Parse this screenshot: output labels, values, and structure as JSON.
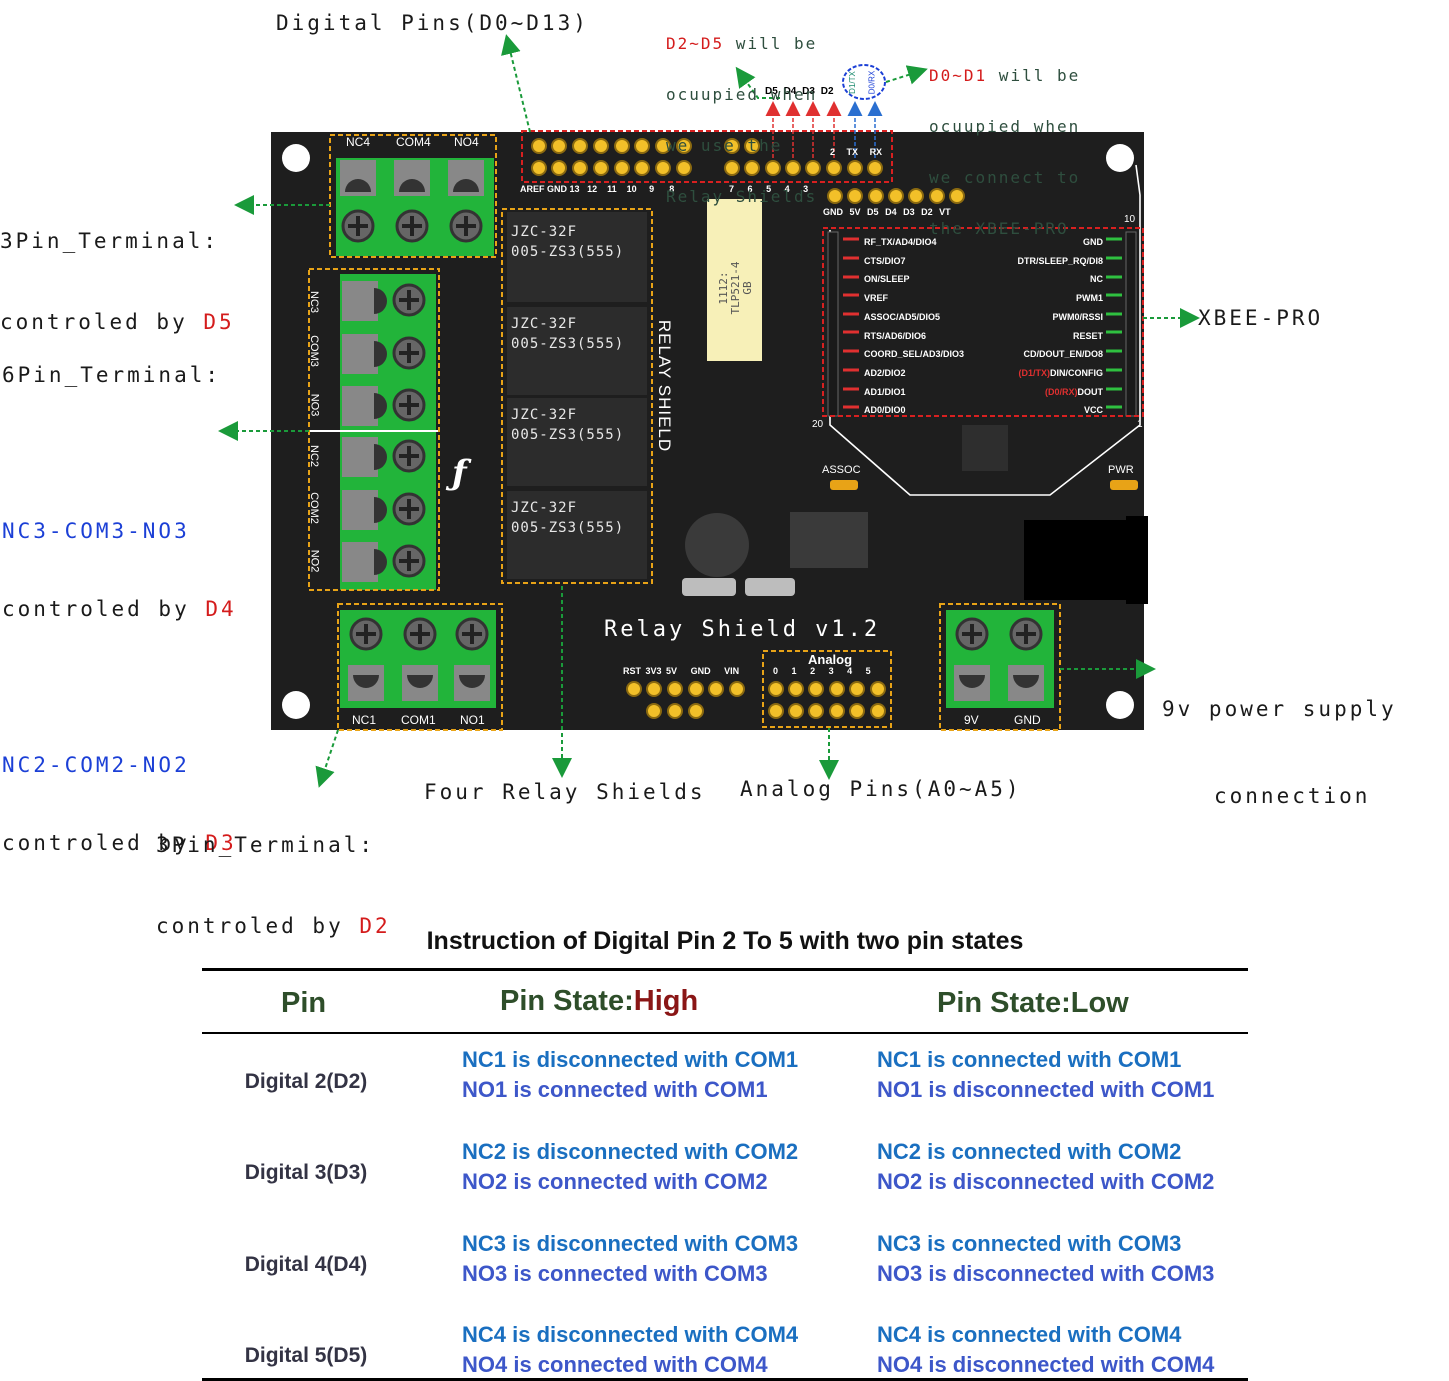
{
  "callouts": {
    "digital_pins": "Digital Pins(D0~D13)",
    "d2d5_red": "D2~D5",
    "d2d5_line1": " will be",
    "d2d5_line2": "ocuupied when",
    "d2d5_line3": "we use the",
    "d2d5_line4": "Relay Shields",
    "d0d1_red": "D0~D1",
    "d0d1_line1": " will be",
    "d0d1_line2": "ocuupied when",
    "d0d1_line3": "we connect to",
    "d0d1_line4": "the XBEE-PRO",
    "term3_top_line1": "3Pin_Terminal:",
    "term3_top_line2": "controled by ",
    "term3_top_pin": "D5",
    "term6_title": "6Pin_Terminal:",
    "term6_group1": "NC3-COM3-NO3",
    "term6_group1_ctrl": "controled by ",
    "term6_group1_pin": "D4",
    "term6_group2": "NC2-COM2-NO2",
    "term6_group2_ctrl": "controled by ",
    "term6_group2_pin": "D3",
    "xbee": "XBEE-PRO",
    "power_line1": "9v power supply",
    "power_line2": "connection",
    "term3_bottom_line1": "3Pin_Terminal:",
    "term3_bottom_line2": "controled by ",
    "term3_bottom_pin": "D2",
    "four_relays": "Four Relay Shields",
    "analog_pins": "Analog Pins(A0~A5)"
  },
  "board": {
    "title": "Relay Shield v1.2",
    "vertical_label": "RELAY SHIELD",
    "relay_line1": "JZC-32F",
    "relay_line2": "005-ZS3(555)",
    "opto_line1": "1112:",
    "opto_line2": "TLP521-4",
    "opto_line3": "GB",
    "top_terminal_labels": [
      "NC4",
      "COM4",
      "NO4"
    ],
    "left_terminal_labels": [
      "NC3",
      "COM3",
      "NO3",
      "NC2",
      "COM2",
      "NO2"
    ],
    "bottom_terminal_labels": [
      "NC1",
      "COM1",
      "NO1"
    ],
    "power_terminal_labels": [
      "9V",
      "GND"
    ],
    "header_left_labels": [
      "AREF",
      "GND",
      "13",
      "12",
      "11",
      "10",
      "9",
      "8"
    ],
    "header_right_labels": [
      "7",
      "6",
      "5",
      "4",
      "3"
    ],
    "header_right_top": [
      "2",
      "TX",
      "RX"
    ],
    "pin_callout_labels": [
      "D5",
      "D4",
      "D3",
      "D2"
    ],
    "circle_labels": [
      "D1/TX",
      "D0/RX"
    ],
    "xbee_header_labels": [
      "GND",
      "5V",
      "D5",
      "D4",
      "D3",
      "D2",
      "VT"
    ],
    "xbee_left_pins": [
      "RF_TX/AD4/DIO4",
      "CTS/DIO7",
      "ON/SLEEP",
      "VREF",
      "ASSOC/AD5/DIO5",
      "RTS/AD6/DIO6",
      "COORD_SEL/AD3/DIO3",
      "AD2/DIO2",
      "AD1/DIO1",
      "AD0/DIO0"
    ],
    "xbee_right_pins": [
      "GND",
      "DTR/SLEEP_RQ/DI8",
      "NC",
      "PWM1",
      "PWM0/RSSI",
      "RESET",
      "CD/DOUT_EN/DO8",
      "DIN/CONFIG",
      "DOUT",
      "VCC"
    ],
    "xbee_right_red_prefix": [
      "",
      "",
      "",
      "",
      "",
      "",
      "",
      "(D1/TX)",
      "(D0/RX)",
      ""
    ],
    "xbee_pin_numbers": [
      "10",
      "20",
      "1"
    ],
    "assoc_label": "ASSOC",
    "pwr_label": "PWR",
    "power_header_labels": [
      "RST",
      "3V3",
      "5V",
      "GND",
      "VIN"
    ],
    "analog_title": "Analog",
    "analog_labels": [
      "0",
      "1",
      "2",
      "3",
      "4",
      "5"
    ]
  },
  "table": {
    "title": "Instruction of Digital Pin 2 To 5 with two pin states",
    "col_pin": "Pin",
    "col_high_prefix": "Pin State:",
    "col_high_word": "High",
    "col_low": "Pin State:Low",
    "rows": [
      {
        "pin": "Digital 2(D2)",
        "high1": "NC1 is disconnected with COM1",
        "high2": "NO1 is connected with COM1",
        "low1": "NC1 is connected with COM1",
        "low2": "NO1 is disconnected with COM1"
      },
      {
        "pin": "Digital 3(D3)",
        "high1": "NC2 is disconnected with COM2",
        "high2": "NO2 is connected with COM2",
        "low1": "NC2 is connected with COM2",
        "low2": "NO2 is disconnected with COM2"
      },
      {
        "pin": "Digital 4(D4)",
        "high1": "NC3 is disconnected with COM3",
        "high2": "NO3 is connected with COM3",
        "low1": "NC3 is connected with COM3",
        "low2": "NO3 is disconnected with COM3"
      },
      {
        "pin": "Digital 5(D5)",
        "high1": "NC4 is disconnected with COM4",
        "high2": "NO4 is connected with COM4",
        "low1": "NC4 is connected with COM4",
        "low2": "NO4 is disconnected with COM4"
      }
    ]
  },
  "colors": {
    "board": "#1e1e1e",
    "terminal": "#22b43a",
    "dashed_box": "#e8a317",
    "dashed_red": "#d82020",
    "arrow_green": "#1a9a3a",
    "gold": "#f2c029"
  }
}
